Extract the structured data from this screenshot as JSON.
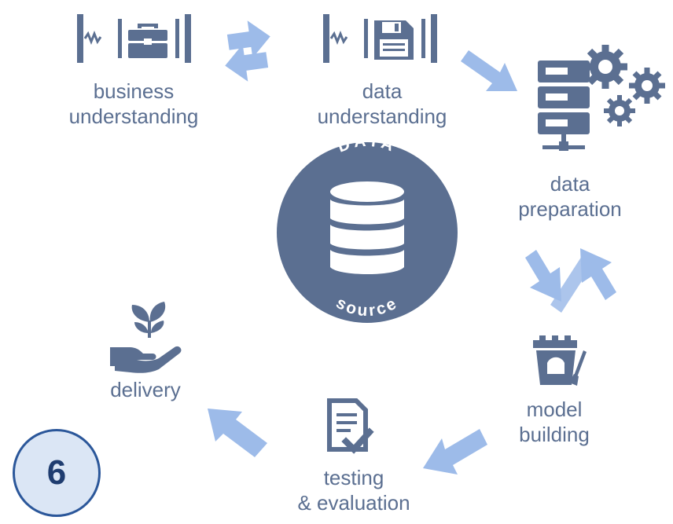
{
  "stages": {
    "business": [
      "business",
      "understanding"
    ],
    "data_understanding": [
      "data",
      "understanding"
    ],
    "data_preparation": [
      "data",
      "preparation"
    ],
    "model_building": [
      "model",
      "building"
    ],
    "testing": [
      "testing",
      "& evaluation"
    ],
    "delivery": [
      "delivery"
    ]
  },
  "center": {
    "top_text": "DATA",
    "bottom_text": "source"
  },
  "badge_number": "6",
  "colors": {
    "icon": "#5b6f91",
    "arrow": "#9dbbe9",
    "badge_fill": "#dbe6f5",
    "badge_border": "#2b579a"
  }
}
